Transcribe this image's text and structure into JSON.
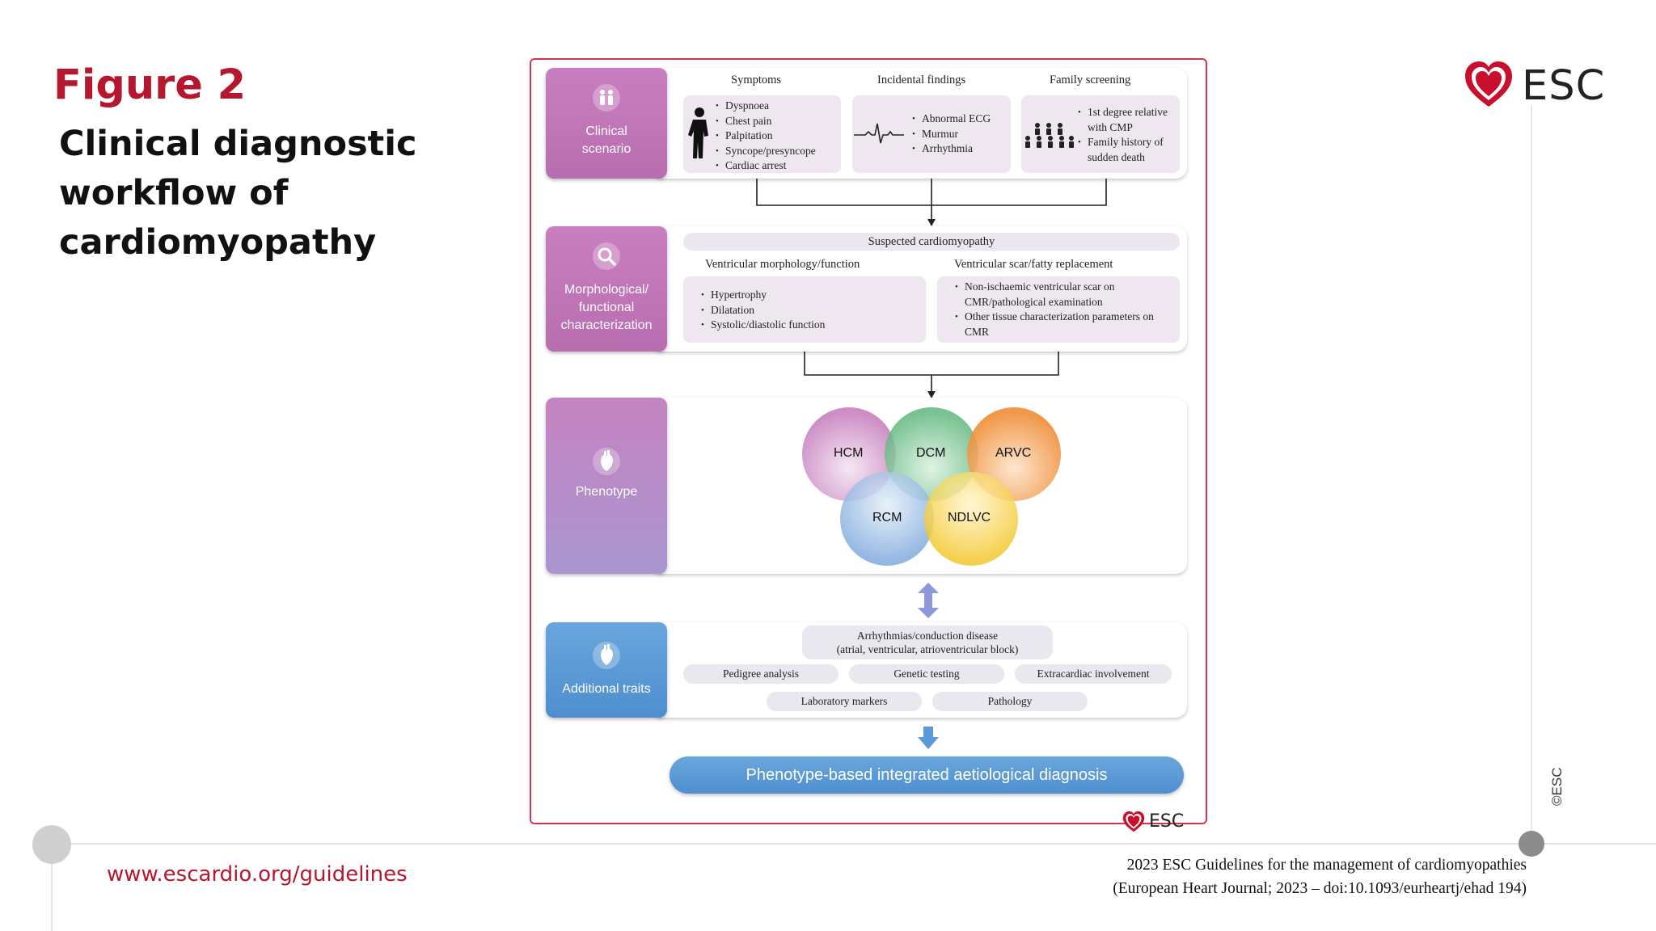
{
  "slide": {
    "figure_label": "Figure 2",
    "title_lines": [
      "Clinical diagnostic",
      "workflow of",
      "cardiomyopathy"
    ],
    "website": "www.escardio.org/guidelines",
    "citation_line1": "2023 ESC Guidelines for the management of cardiomyopathies",
    "citation_line2": "(European Heart Journal; 2023 – doi:10.1093/eurheartj/ehad 194)",
    "copyright": "©ESC",
    "logo_text": "ESC"
  },
  "colors": {
    "brand_red": "#b5172f",
    "frame_red": "#d6344c",
    "side_purple": "#c07ab8",
    "side_blue": "#5a9ad8",
    "box_fill": "#efe7f0"
  },
  "diagram": {
    "clinical_scenario": {
      "label": "Clinical scenario",
      "symptoms": {
        "header": "Symptoms",
        "items": [
          "Dyspnoea",
          "Chest pain",
          "Palpitation",
          "Syncope/presyncope",
          "Cardiac arrest"
        ]
      },
      "incidental": {
        "header": "Incidental findings",
        "items": [
          "Abnormal ECG",
          "Murmur",
          "Arrhythmia"
        ]
      },
      "family": {
        "header": "Family screening",
        "items": [
          "1st degree relative with CMP",
          "Family history of sudden death"
        ]
      }
    },
    "morphological": {
      "label": "Morphological/ functional characterization",
      "suspected": "Suspected cardiomyopathy",
      "ventricular": {
        "header": "Ventricular morphology/function",
        "items": [
          "Hypertrophy",
          "Dilatation",
          "Systolic/diastolic function"
        ]
      },
      "scar": {
        "header": "Ventricular scar/fatty replacement",
        "items": [
          "Non-ischaemic ventricular scar on CMR/pathological examination",
          "Other tissue characterization parameters on CMR"
        ]
      }
    },
    "phenotype": {
      "label": "Phenotype",
      "circles": [
        "HCM",
        "DCM",
        "ARVC",
        "RCM",
        "NDLVC"
      ]
    },
    "additional": {
      "label": "Additional traits",
      "arrhythmia_line1": "Arrhythmias/conduction disease",
      "arrhythmia_line2": "(atrial, ventricular, atrioventricular block)",
      "traits": [
        "Pedigree analysis",
        "Genetic testing",
        "Extracardiac involvement",
        "Laboratory markers",
        "Pathology"
      ]
    },
    "final": "Phenotype-based integrated aetiological diagnosis",
    "logo_text": "ESC"
  }
}
